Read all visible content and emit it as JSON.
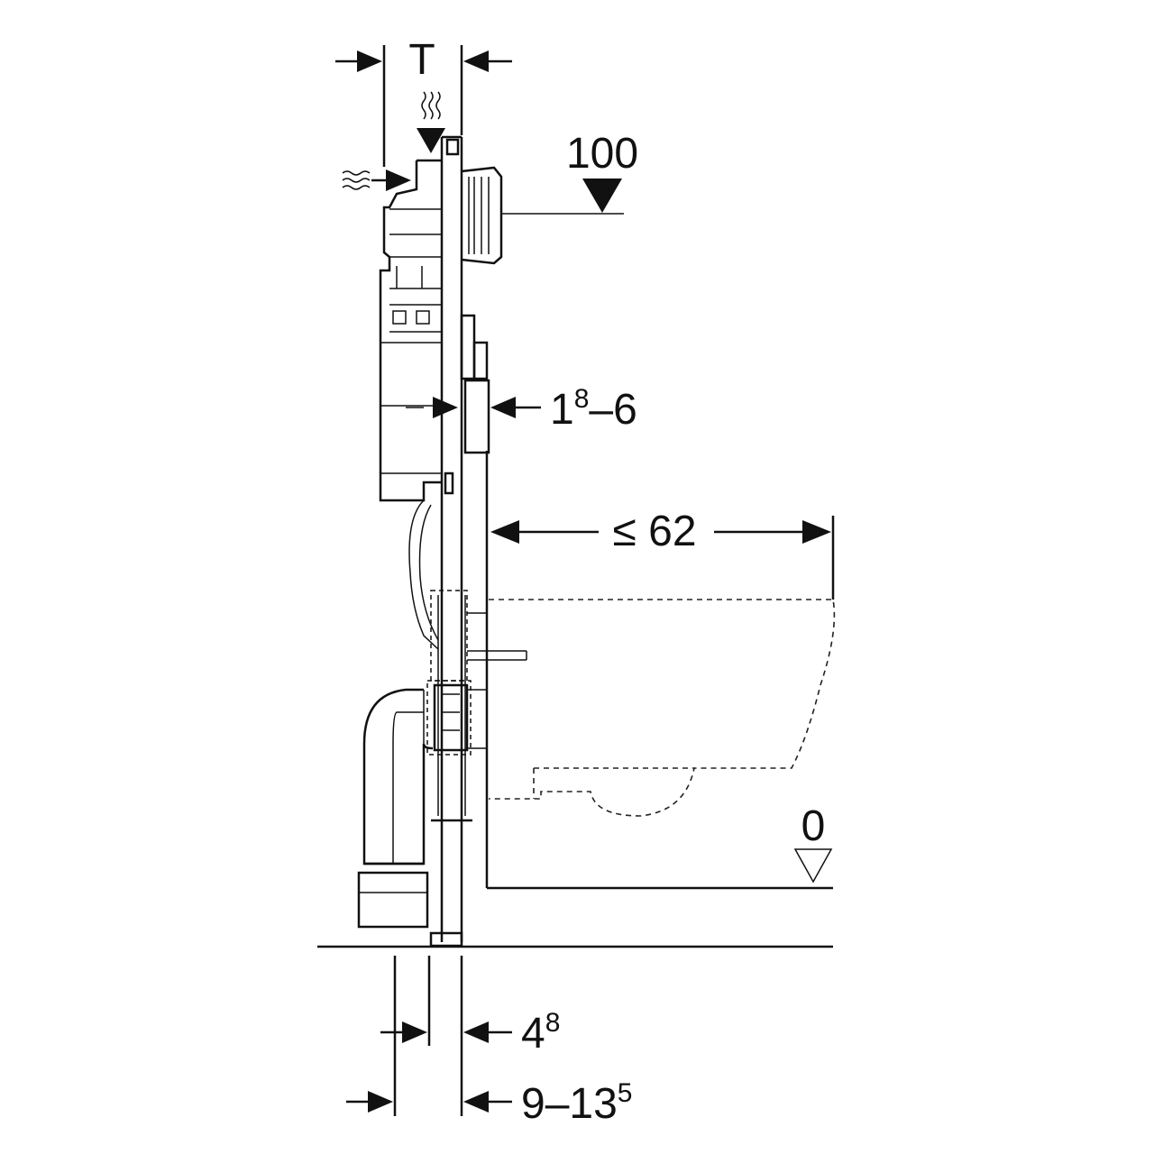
{
  "labels": {
    "top_depth": "T",
    "upper_level": "100",
    "wall_thickness_base": "1",
    "wall_thickness_sup": "8",
    "wall_thickness_rest": "–6",
    "bowl_depth": "≤ 62",
    "floor_level": "0",
    "frame_depth_base": "4",
    "frame_depth_sup": "8",
    "offset_base": "9–13",
    "offset_sup": "5"
  },
  "icons": [
    "water-flow-icon",
    "level-marker-icon"
  ]
}
